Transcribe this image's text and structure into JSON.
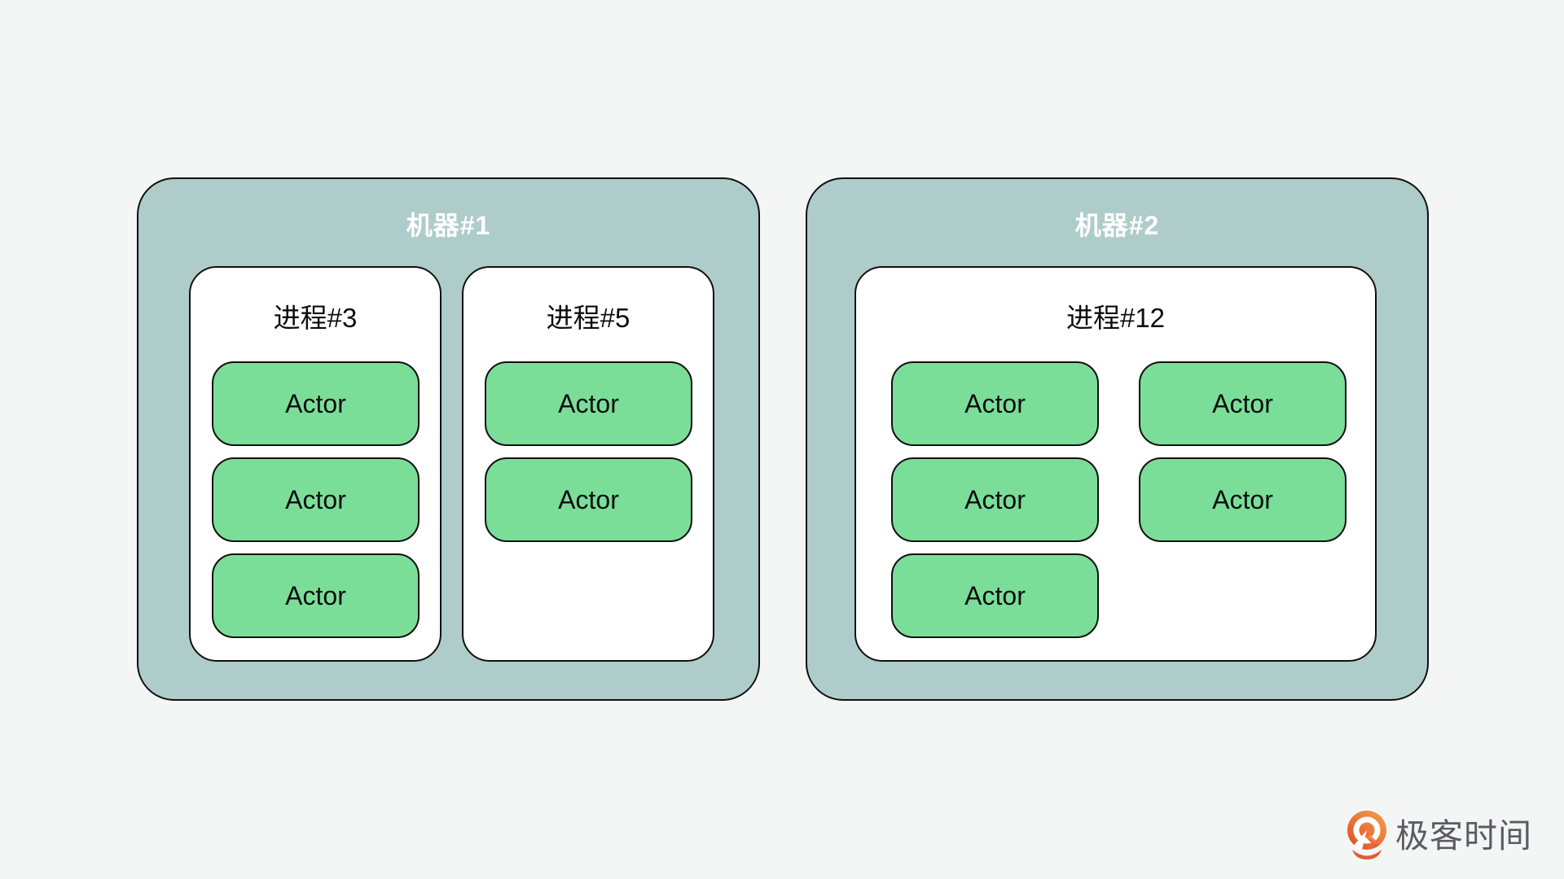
{
  "diagram": {
    "machines": [
      {
        "title": "机器#1",
        "processes": [
          {
            "title": "进程#3",
            "actors": [
              "Actor",
              "Actor",
              "Actor"
            ]
          },
          {
            "title": "进程#5",
            "actors": [
              "Actor",
              "Actor"
            ]
          }
        ]
      },
      {
        "title": "机器#2",
        "processes": [
          {
            "title": "进程#12",
            "columns": [
              [
                "Actor",
                "Actor",
                "Actor"
              ],
              [
                "Actor",
                "Actor"
              ]
            ]
          }
        ]
      }
    ]
  },
  "logo": {
    "text": "极客时间"
  },
  "colors": {
    "background": "#f4f6f5",
    "machine_fill": "#aeccca",
    "process_fill": "#ffffff",
    "actor_fill": "#7ade99",
    "border": "#101010",
    "machine_title_text": "#ffffff",
    "body_text": "#0c0c0c",
    "logo_text": "#5c5b64",
    "logo_orange_dark": "#dd4d2a",
    "logo_orange_light": "#f6a04d"
  }
}
